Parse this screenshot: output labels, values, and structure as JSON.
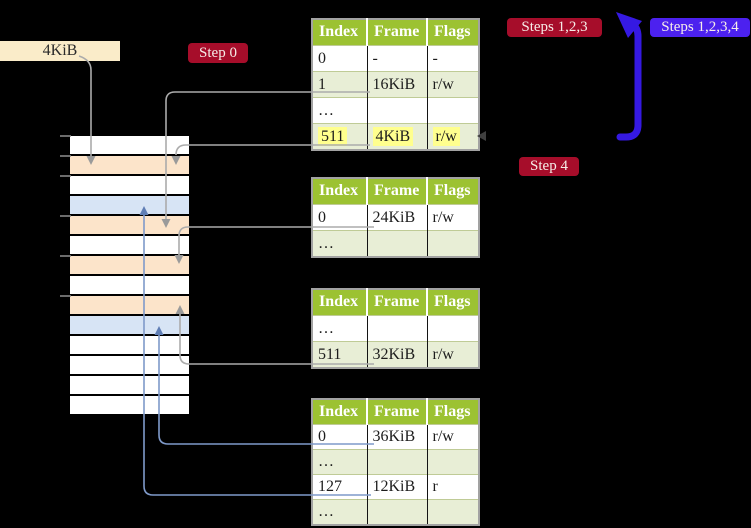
{
  "legend": {
    "page_size_box": "4KiB",
    "step0_badge": "Step 0",
    "steps123_badge": "Steps 1,2,3",
    "steps1234_badge": "Steps 1,2,3,4",
    "step4_badge": "Step 4"
  },
  "colors": {
    "badge_red": "#A60D2A",
    "badge_blue": "#4C21EF",
    "thick_arrow_blue": "#3519E2",
    "table_header_green": "#9CC232",
    "table_row_green": "#E8EED6",
    "memory_orange": "#FCE4CA",
    "memory_blue": "#D7E4F5",
    "highlight_yellow": "#FFFF8E",
    "connector_gray": "#ABABAB",
    "connector_blue": "#7F9ACA",
    "box_cream": "#FAECC9"
  },
  "memory_column": {
    "rows": [
      "white",
      "orange",
      "white",
      "blue",
      "orange",
      "white",
      "orange",
      "white",
      "orange",
      "blue",
      "white",
      "white",
      "white",
      "white"
    ]
  },
  "tables": [
    {
      "name": "page-table-1",
      "headers": [
        "Index",
        "Frame",
        "Flags"
      ],
      "rows": [
        {
          "cells": [
            "0",
            "-",
            "-"
          ],
          "highlight": false
        },
        {
          "cells": [
            "1",
            "16KiB",
            "r/w"
          ],
          "highlight": false
        },
        {
          "cells": [
            "…",
            "",
            ""
          ],
          "highlight": false
        },
        {
          "cells": [
            "511",
            "4KiB",
            "r/w"
          ],
          "highlight": true
        }
      ]
    },
    {
      "name": "page-table-2",
      "headers": [
        "Index",
        "Frame",
        "Flags"
      ],
      "rows": [
        {
          "cells": [
            "0",
            "24KiB",
            "r/w"
          ],
          "highlight": false
        },
        {
          "cells": [
            "…",
            "",
            ""
          ],
          "highlight": false
        }
      ]
    },
    {
      "name": "page-table-3",
      "headers": [
        "Index",
        "Frame",
        "Flags"
      ],
      "rows": [
        {
          "cells": [
            "…",
            "",
            ""
          ],
          "highlight": false
        },
        {
          "cells": [
            "511",
            "32KiB",
            "r/w"
          ],
          "highlight": false
        }
      ]
    },
    {
      "name": "page-table-4",
      "headers": [
        "Index",
        "Frame",
        "Flags"
      ],
      "rows": [
        {
          "cells": [
            "0",
            "36KiB",
            "r/w"
          ],
          "highlight": false
        },
        {
          "cells": [
            "…",
            "",
            ""
          ],
          "highlight": false
        },
        {
          "cells": [
            "127",
            "12KiB",
            "r"
          ],
          "highlight": false
        },
        {
          "cells": [
            "…",
            "",
            ""
          ],
          "highlight": false
        }
      ]
    }
  ]
}
